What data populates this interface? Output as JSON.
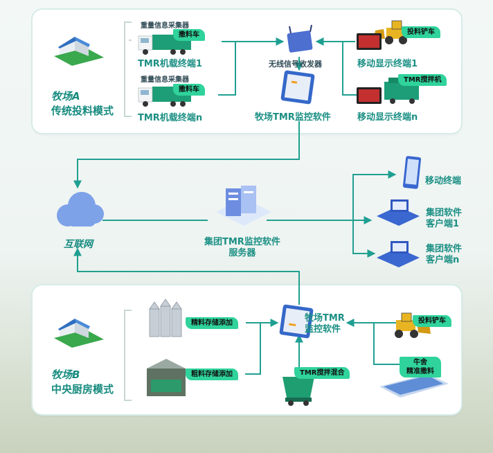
{
  "colors": {
    "line": "#1f9f91",
    "accent": "#17a08f",
    "tag": "#2fd39b",
    "text_green": "#168b7f"
  },
  "farm_a": {
    "title_line1": "牧场A",
    "title_line2": "传统投料模式",
    "sensor_label_1": "重量信息采集器",
    "sensor_label_2": "重量信息采集器",
    "tag_spreader_1": "撒料车",
    "tag_spreader_2": "撒料车",
    "terminal_1": "TMR机载终端1",
    "terminal_n": "TMR机载终端n",
    "wireless": "无线信号收发器",
    "software": "牧场TMR监控软件",
    "tag_loader": "投料铲车",
    "tag_mixer": "TMR搅拌机",
    "mobile_1": "移动显示终端1",
    "mobile_n": "移动显示终端n"
  },
  "network": {
    "internet": "互联网",
    "server_line1": "集团TMR监控软件",
    "server_line2": "服务器",
    "mobile": "移动终端",
    "client1_line1": "集团软件",
    "client1_line2": "客户端1",
    "clientn_line1": "集团软件",
    "clientn_line2": "客户端n"
  },
  "farm_b": {
    "title_line1": "牧场B",
    "title_line2": "中央厨房模式",
    "concentrate": "精料存储添加",
    "roughage": "粗料存储添加",
    "software_line1": "牧场TMR",
    "software_line2": "监控软件",
    "tag_mix": "TMR搅拌混合",
    "tag_loader": "投料铲车",
    "barn_line1": "牛舍",
    "barn_line2": "精准撒料"
  }
}
